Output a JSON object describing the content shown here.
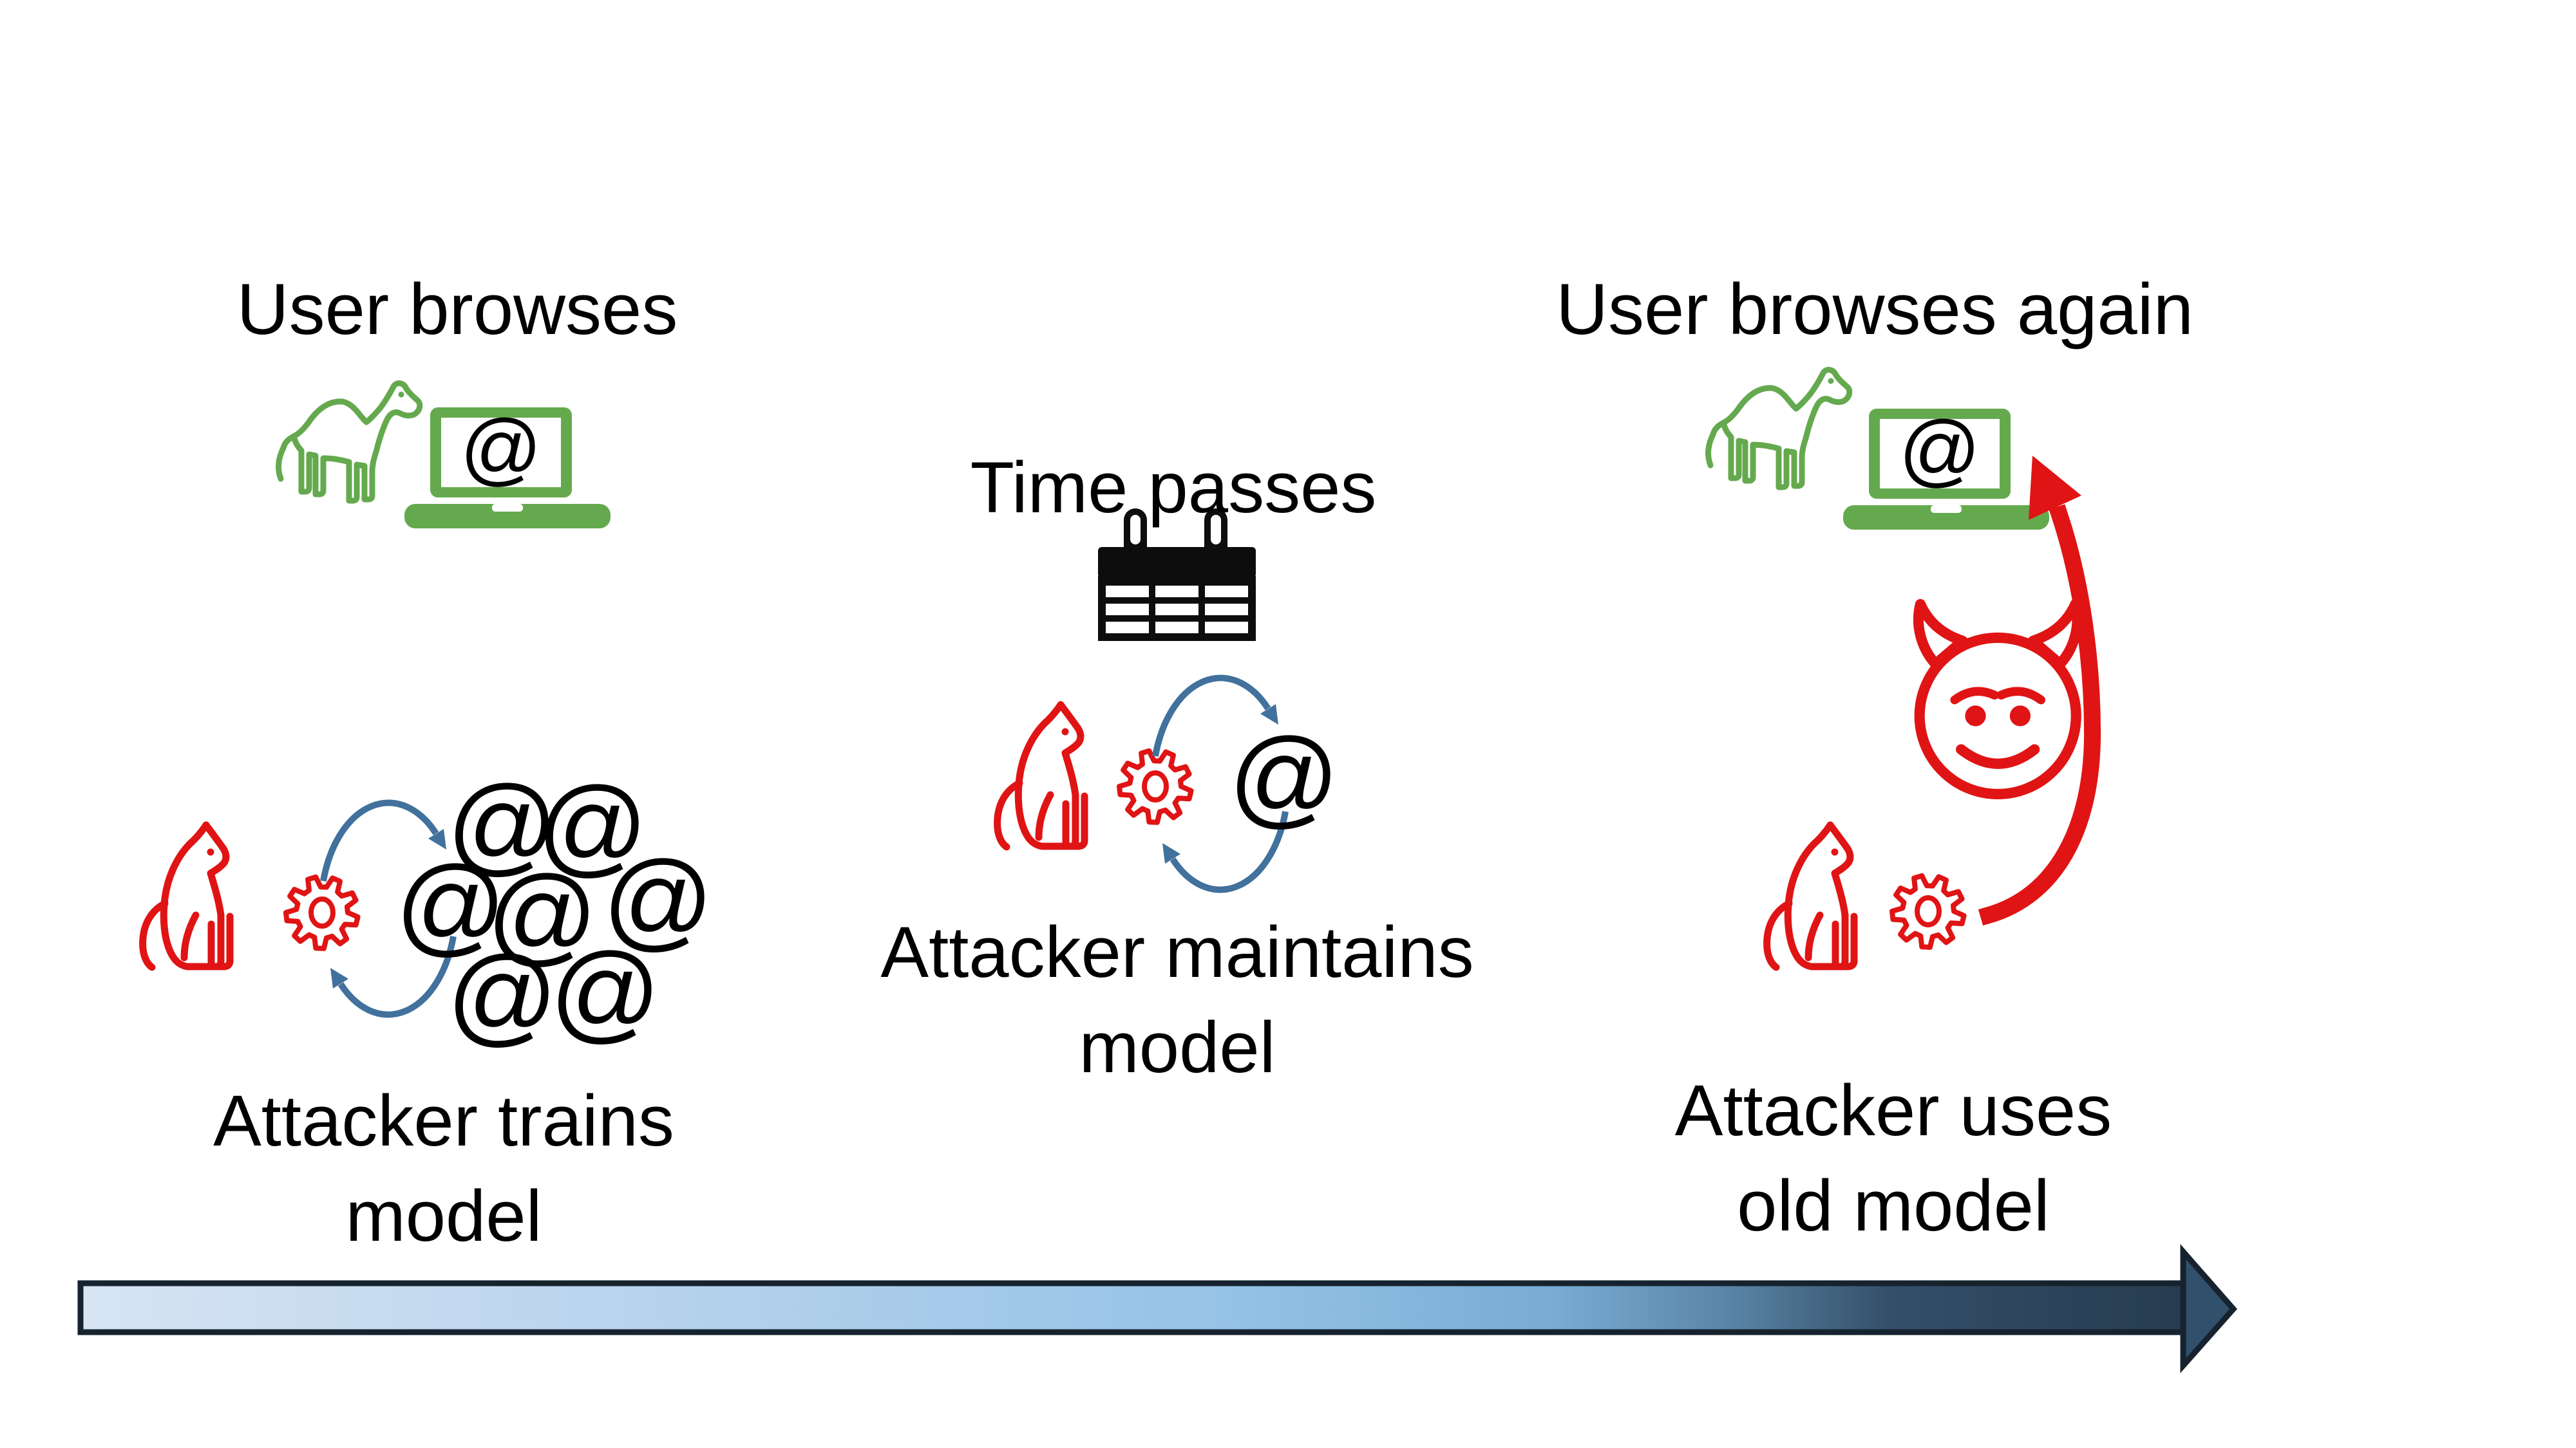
{
  "sections": {
    "left": {
      "title": "User browses",
      "caption": [
        "Attacker trains",
        "model"
      ]
    },
    "middle": {
      "title": "Time passes",
      "caption": [
        "Attacker maintains",
        "model"
      ]
    },
    "right": {
      "title": "User browses again",
      "caption": [
        "Attacker uses",
        "old model"
      ]
    }
  },
  "symbols": {
    "at": "@"
  },
  "icons": {
    "left": [
      "camel-icon",
      "laptop-icon",
      "cat-icon",
      "gear-icon",
      "cycle-arrows-icon",
      "at-cluster"
    ],
    "middle": [
      "calendar-icon",
      "cat-icon",
      "gear-icon",
      "cycle-arrows-icon",
      "at-symbol"
    ],
    "right": [
      "camel-icon",
      "laptop-icon",
      "devil-face-icon",
      "cat-icon",
      "gear-icon",
      "red-curved-arrow"
    ],
    "bottom": [
      "timeline-arrow"
    ]
  },
  "colors": {
    "bg": "#ffffff",
    "ink": "#000000",
    "green": "#65a94e",
    "red": "#e01414",
    "steel": "#41719c",
    "timeline_border": "#16232e",
    "timeline_head": "#31506c",
    "timeline_gradient": [
      "#d7e4f3",
      "#b4d1ec",
      "#94c2e6",
      "#79acd4",
      "#5b87a9",
      "#344f69",
      "#263c50"
    ]
  }
}
